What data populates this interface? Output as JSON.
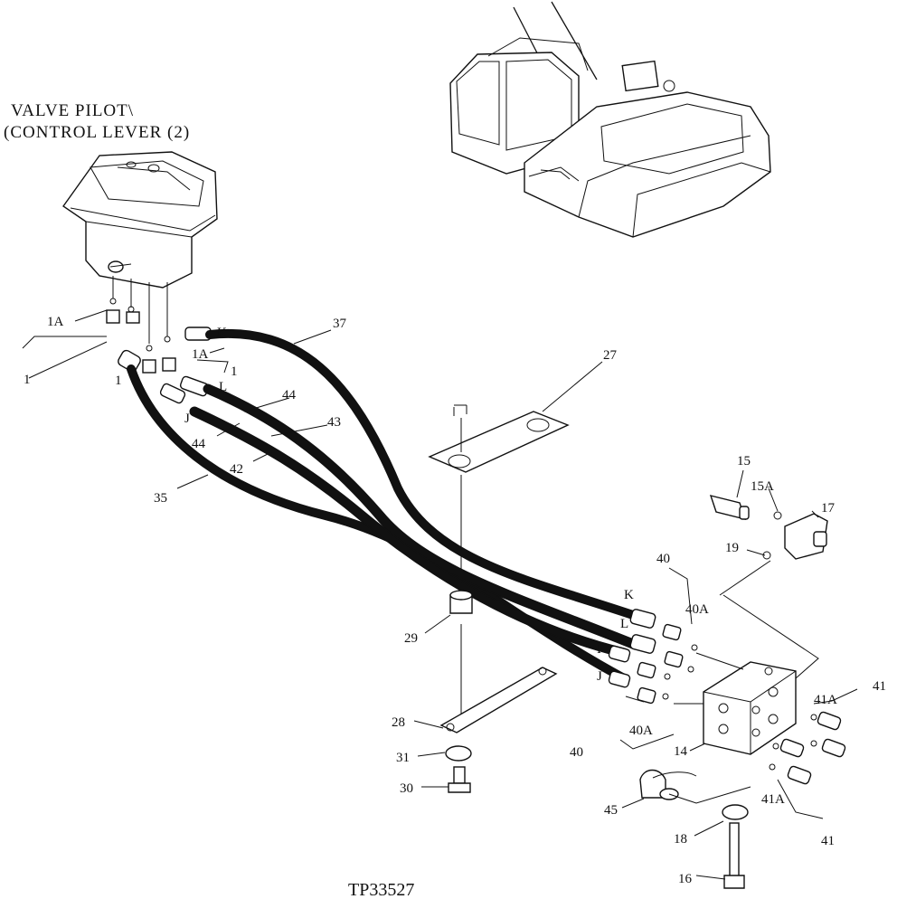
{
  "diagram": {
    "title_line1": "VALVE PILOT\\",
    "title_line2": "(CONTROL LEVER (2)",
    "drawing_code": "TP33527",
    "callouts": {
      "c1A_a": "1A",
      "c1_a": "1",
      "c1_b": "1",
      "c1_c": "1",
      "c1A_b": "1A",
      "cK_a": "K",
      "cL_a": "L",
      "cJ_a": "J",
      "c37": "37",
      "c44_a": "44",
      "c44_b": "44",
      "c43": "43",
      "c42": "42",
      "c35": "35",
      "c27": "27",
      "c29": "29",
      "c28": "28",
      "c31": "31",
      "c30": "30",
      "c15": "15",
      "c15A": "15A",
      "c17": "17",
      "c19": "19",
      "c40_a": "40",
      "c40A_a": "40A",
      "c40_b": "40",
      "c40A_b": "40A",
      "cK_b": "K",
      "cL_b": "L",
      "cI_b": "I",
      "cJ_b": "J",
      "c14": "14",
      "c41A_a": "41A",
      "c41_a": "41",
      "c41A_b": "41A",
      "c41_b": "41",
      "c45": "45",
      "c18": "18",
      "c16": "16"
    }
  }
}
